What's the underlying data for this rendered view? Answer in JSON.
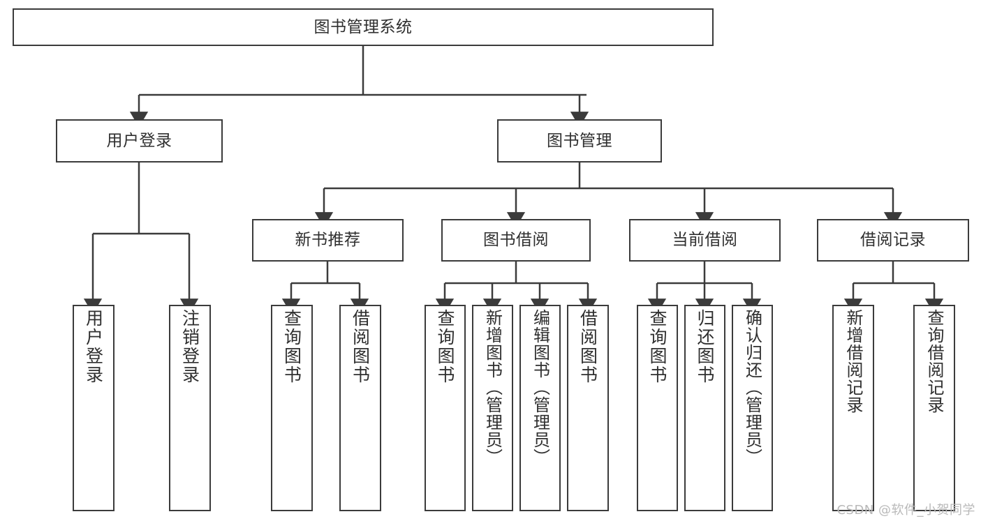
{
  "diagram": {
    "title": "图书管理系统",
    "type": "hierarchy-tree",
    "watermark": "CSDN @软件_小贺同学",
    "root": {
      "id": "root",
      "label": "图书管理系统"
    },
    "level2": [
      {
        "id": "user-login",
        "label": "用户登录"
      },
      {
        "id": "book-management",
        "label": "图书管理"
      }
    ],
    "level3": [
      {
        "id": "new-book-recommend",
        "label": "新书推荐",
        "parent": "book-management"
      },
      {
        "id": "book-borrow",
        "label": "图书借阅",
        "parent": "book-management"
      },
      {
        "id": "current-borrow",
        "label": "当前借阅",
        "parent": "book-management"
      },
      {
        "id": "borrow-record",
        "label": "借阅记录",
        "parent": "book-management"
      }
    ],
    "leaves": [
      {
        "id": "leaf-user-login",
        "label": "用户登录",
        "parent": "user-login"
      },
      {
        "id": "leaf-user-logout",
        "label": "注销登录",
        "parent": "user-login"
      },
      {
        "id": "leaf-query-book-1",
        "label": "查询图书",
        "parent": "new-book-recommend"
      },
      {
        "id": "leaf-borrow-book-1",
        "label": "借阅图书",
        "parent": "new-book-recommend"
      },
      {
        "id": "leaf-query-book-2",
        "label": "查询图书",
        "parent": "book-borrow"
      },
      {
        "id": "leaf-add-book",
        "label": "新增图书（管理员）",
        "parent": "book-borrow"
      },
      {
        "id": "leaf-edit-book",
        "label": "编辑图书（管理员）",
        "parent": "book-borrow"
      },
      {
        "id": "leaf-borrow-book-2",
        "label": "借阅图书",
        "parent": "book-borrow"
      },
      {
        "id": "leaf-query-book-3",
        "label": "查询图书",
        "parent": "current-borrow"
      },
      {
        "id": "leaf-return-book",
        "label": "归还图书",
        "parent": "current-borrow"
      },
      {
        "id": "leaf-confirm-return",
        "label": "确认归还（管理员）",
        "parent": "current-borrow"
      },
      {
        "id": "leaf-add-record",
        "label": "新增借阅记录",
        "parent": "borrow-record"
      },
      {
        "id": "leaf-query-record",
        "label": "查询借阅记录",
        "parent": "borrow-record"
      }
    ],
    "colors": {
      "stroke": "#3b3b3b",
      "fill": "#ffffff",
      "text": "#2f2f2f",
      "watermark": "#b9b9b9"
    }
  }
}
